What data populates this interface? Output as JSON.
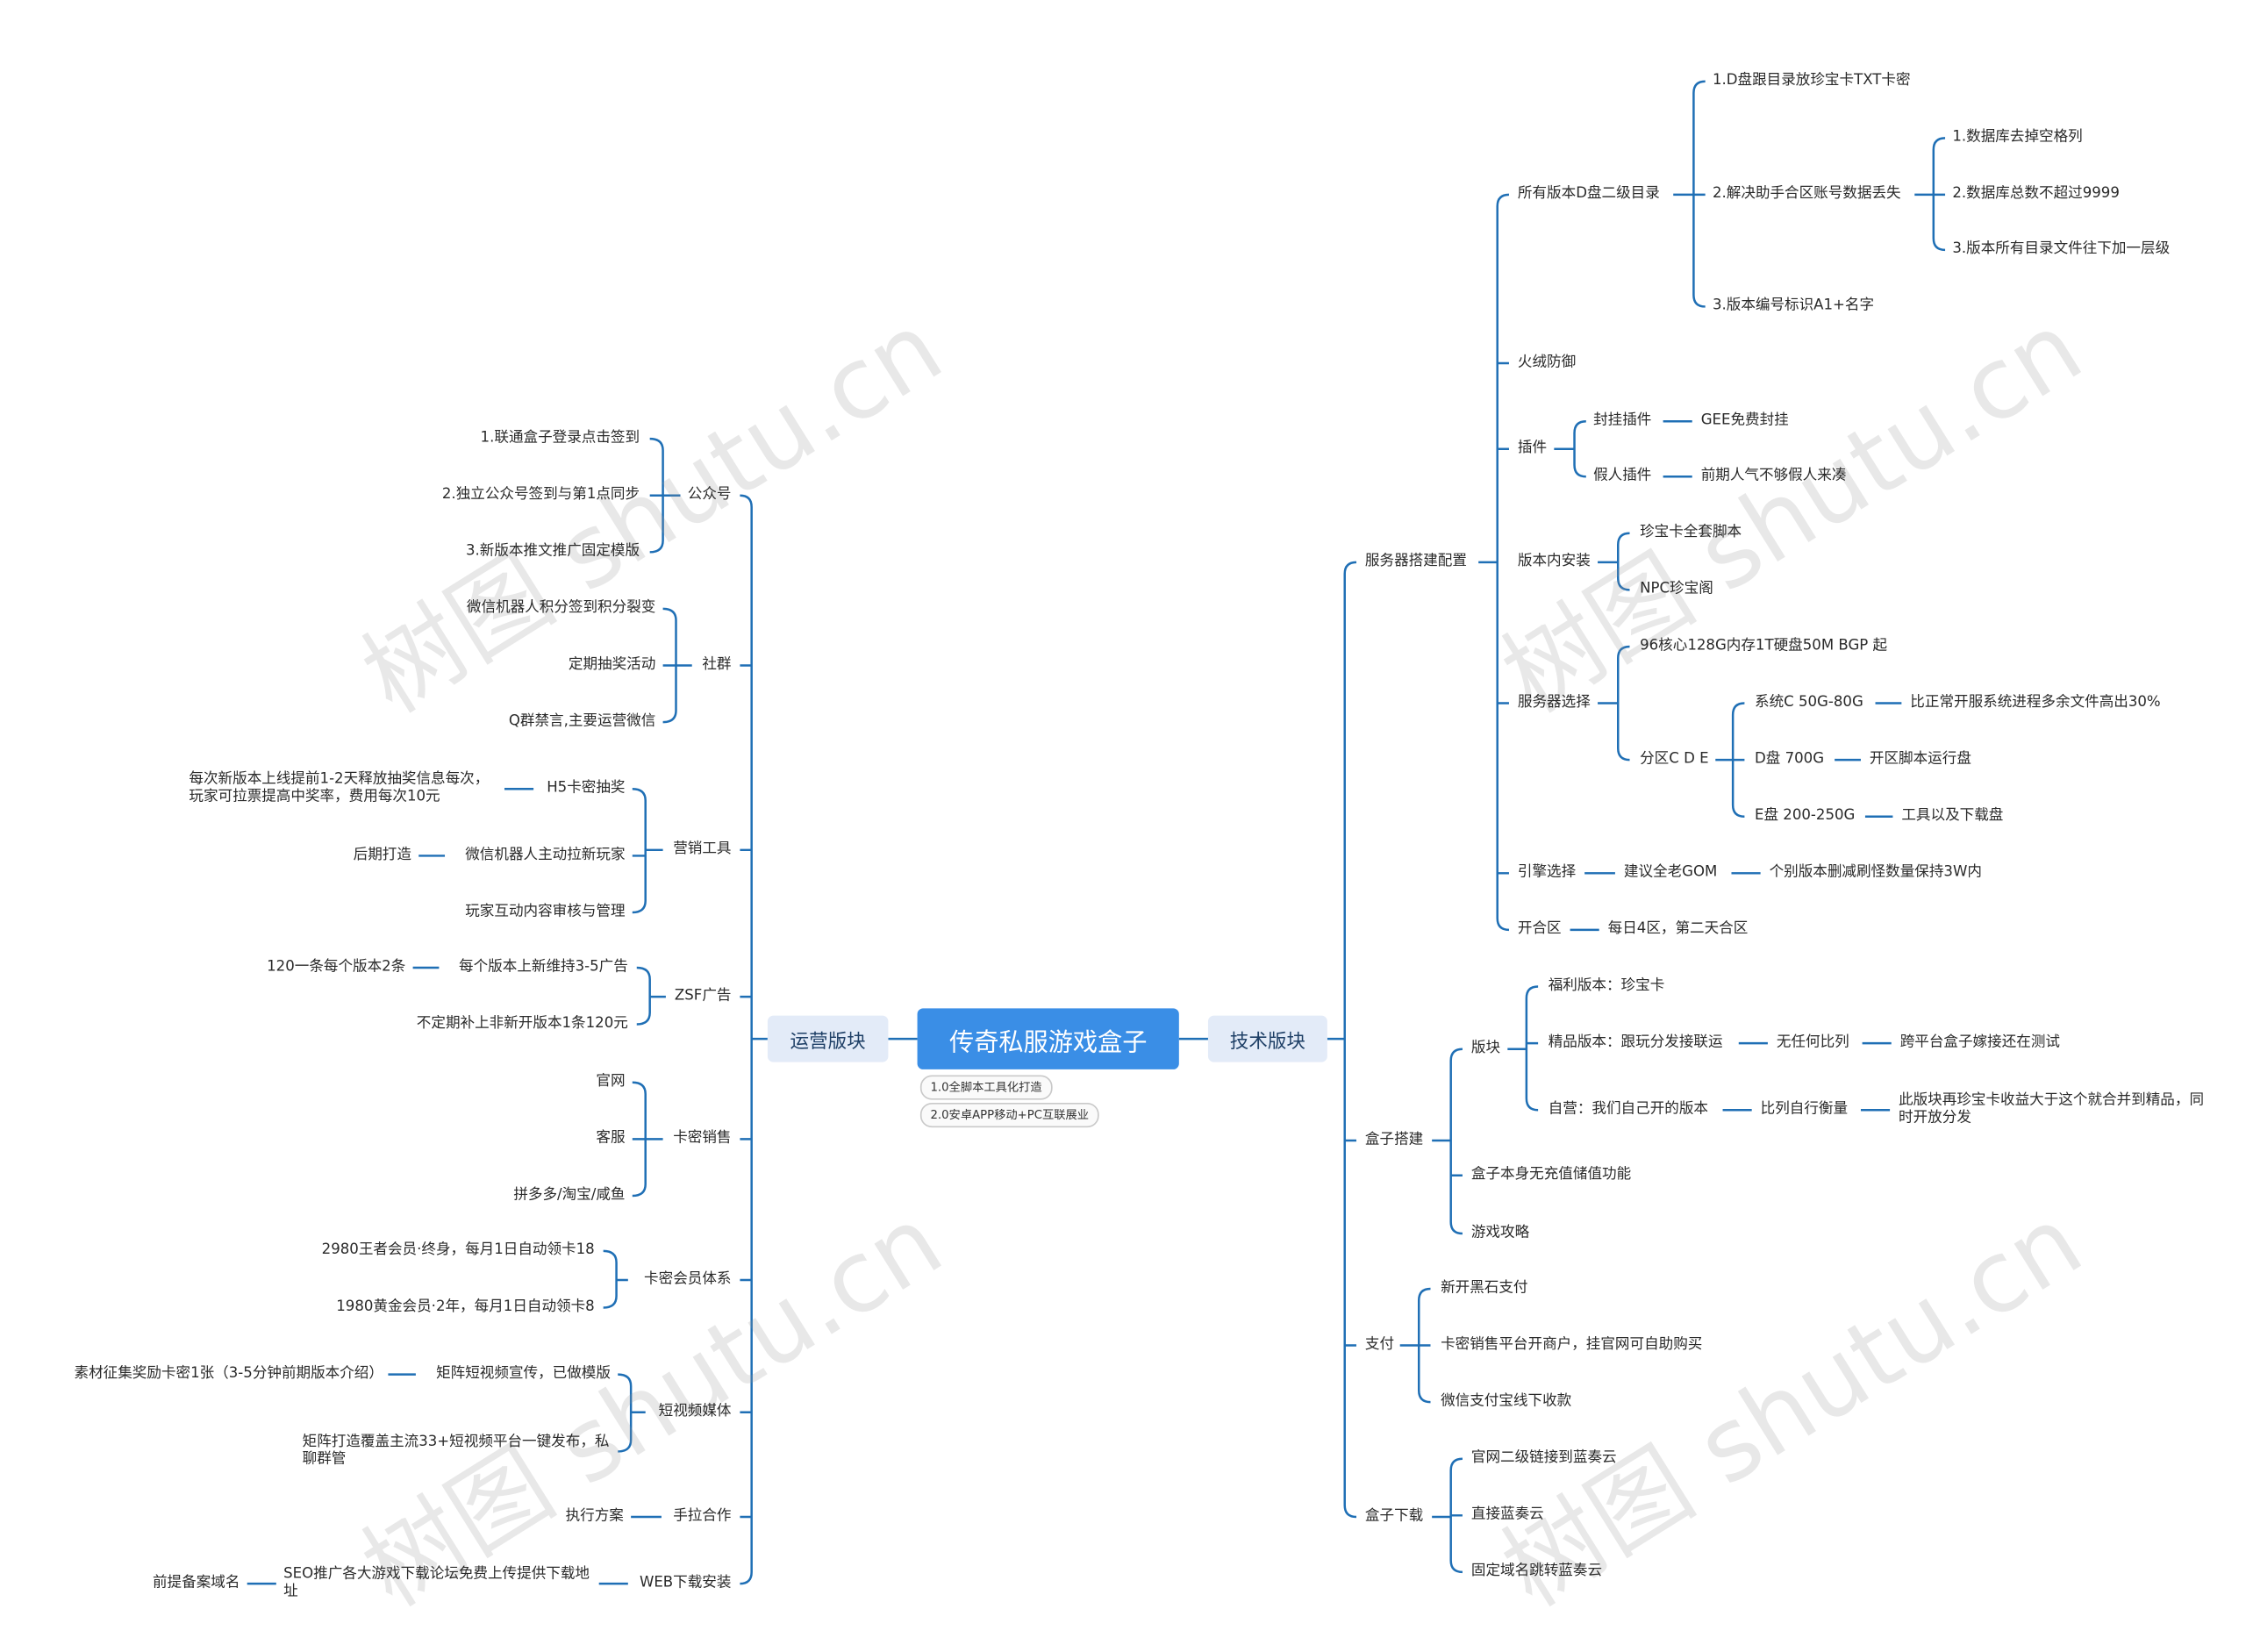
{
  "root": "传奇私服游戏盒子",
  "root_notes": [
    "1.0全脚本工具化打造",
    "2.0安卓APP移动+PC互联展业"
  ],
  "watermark": "树图 shutu.cn",
  "ops": {
    "label": "运营版块",
    "gzh": {
      "label": "公众号",
      "items": [
        "1.联通盒子登录点击签到",
        "2.独立公众号签到与第1点同步",
        "3.新版本推文推广固定模版"
      ]
    },
    "sq": {
      "label": "社群",
      "items": [
        "微信机器人积分签到积分裂变",
        "定期抽奖活动",
        "Q群禁言,主要运营微信"
      ]
    },
    "yx": {
      "label": "营销工具",
      "h5": "H5卡密抽奖",
      "h5_note": "每次新版本上线提前1-2天释放抽奖信息每次，玩家可拉票提高中奖率，费用每次10元",
      "bot": "微信机器人主动拉新玩家",
      "bot_note": "后期打造",
      "review": "玩家互动内容审核与管理"
    },
    "zsf": {
      "label": "ZSF广告",
      "a": "每个版本上新维持3-5广告",
      "a_note": "120一条每个版本2条",
      "b": "不定期补上非新开版本1条120元"
    },
    "kmxs": {
      "label": "卡密销售",
      "items": [
        "官网",
        "客服",
        "拼多多/淘宝/咸鱼"
      ]
    },
    "kmhy": {
      "label": "卡密会员体系",
      "items": [
        "2980王者会员·终身，每月1日自动领卡18",
        "1980黄金会员·2年，每月1日自动领卡8"
      ]
    },
    "dsp": {
      "label": "短视频媒体",
      "a": "矩阵短视频宣传，已做模版",
      "a_note": "素材征集奖励卡密1张（3-5分钟前期版本介绍）",
      "b": "矩阵打造覆盖主流33+短视频平台一键发布，私聊群管"
    },
    "sl": {
      "label": "手拉合作",
      "a": "执行方案"
    },
    "web": {
      "label": "WEB下载安装",
      "a": "SEO推广各大游戏下载论坛免费上传提供下载地址",
      "a_note": "前提备案域名"
    }
  },
  "tech": {
    "label": "技术版块",
    "server": {
      "label": "服务器搭建配置",
      "d": {
        "label": "所有版本D盘二级目录",
        "i1": "1.D盘跟目录放珍宝卡TXT卡密",
        "i2": "2.解决助手合区账号数据丢失",
        "i2_sub": [
          "1.数据库去掉空格列",
          "2.数据库总数不超过9999",
          "3.版本所有目录文件往下加一层级"
        ],
        "i3": "3.版本编号标识A1+名字"
      },
      "fire": "火绒防御",
      "plugin": {
        "label": "插件",
        "a": "封挂插件",
        "a2": "GEE免费封挂",
        "b": "假人插件",
        "b2": "前期人气不够假人来凑"
      },
      "inner": {
        "label": "版本内安装",
        "items": [
          "珍宝卡全套脚本",
          "NPC珍宝阁"
        ]
      },
      "sel": {
        "label": "服务器选择",
        "spec": "96核心128G内存1T硬盘50M BGP 起",
        "part": "分区C D E",
        "c": "系统C 50G-80G",
        "c2": "比正常开服系统进程多余文件高出30%",
        "dd": "D盘 700G",
        "dd2": "开区脚本运行盘",
        "e": "E盘 200-250G",
        "e2": "工具以及下载盘"
      },
      "engine": {
        "label": "引擎选择",
        "a": "建议全老GOM",
        "a2": "个别版本删减刷怪数量保持3W内"
      },
      "kq": {
        "label": "开合区",
        "a": "每日4区，第二天合区"
      }
    },
    "box": {
      "label": "盒子搭建",
      "ver": {
        "label": "版块",
        "fl": "福利版本：珍宝卡",
        "jp": "精品版本：跟玩分发接联运",
        "jp2": "无任何比列",
        "jp3": "跨平台盒子嫁接还在测试",
        "zy": "自营：我们自己开的版本",
        "zy2": "比列自行衡量",
        "zy3": "此版块再珍宝卡收益大于这个就合并到精品，同时开放分发"
      },
      "noch": "盒子本身无充值储值功能",
      "guide": "游戏攻略"
    },
    "pay": {
      "label": "支付",
      "items": [
        "新开黑石支付",
        "卡密销售平台开商户，挂官网可自助购买",
        "微信支付宝线下收款"
      ]
    },
    "dl": {
      "label": "盒子下载",
      "items": [
        "官网二级链接到蓝奏云",
        "直接蓝奏云",
        "固定域名跳转蓝奏云"
      ]
    }
  }
}
